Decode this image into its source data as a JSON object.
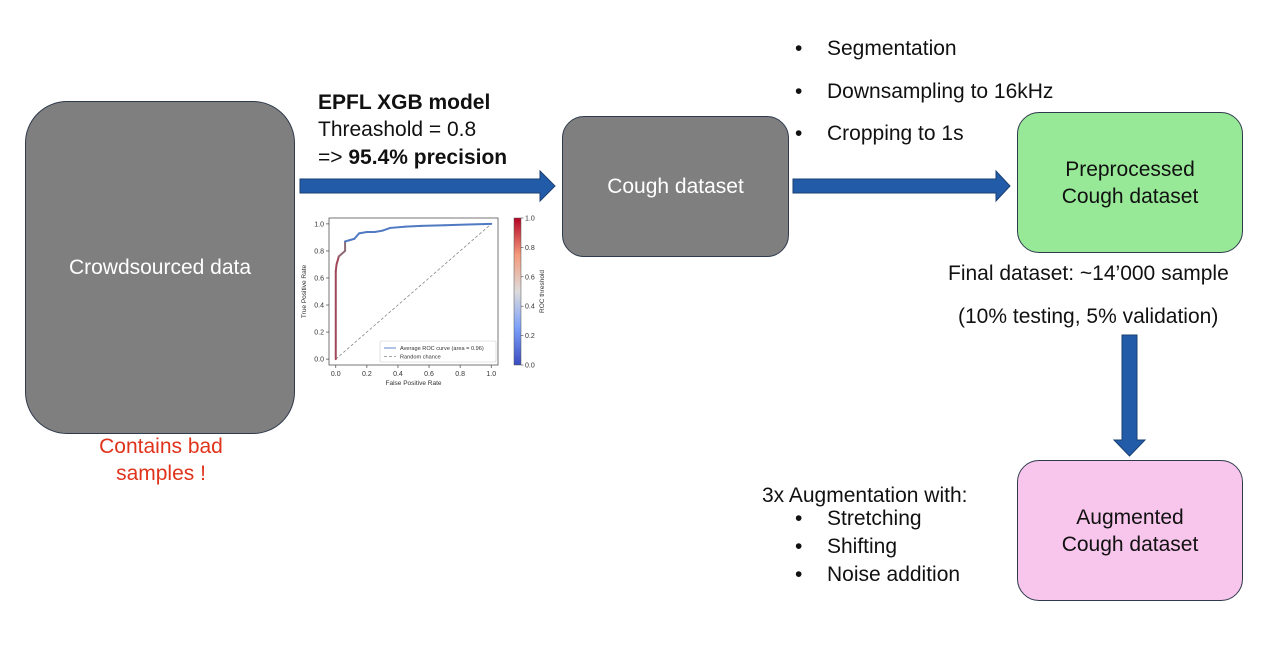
{
  "colors": {
    "arrow_fill": "#225ca8",
    "arrow_stroke": "#1a3f72",
    "gray_box": "#7f7f7f",
    "green_box": "#97e997",
    "pink_box": "#f8c5ec",
    "warning_text": "#e0331c"
  },
  "nodes": {
    "crowdsourced": {
      "label": "Crowdsourced data"
    },
    "cough": {
      "label": "Cough dataset"
    },
    "preprocessed": {
      "line1": "Preprocessed",
      "line2": "Cough dataset"
    },
    "augmented": {
      "line1": "Augmented",
      "line2": "Cough dataset"
    }
  },
  "annotations": {
    "bad_samples": {
      "line1": "Contains bad",
      "line2": "samples !"
    },
    "model": {
      "title": "EPFL XGB model",
      "threshold": "Threashold = 0.8",
      "precision_prefix": "=> ",
      "precision_value": "95.4% precision"
    },
    "preprocessing_steps": [
      "Segmentation",
      "Downsampling to 16kHz",
      "Cropping to 1s"
    ],
    "final_dataset": "Final dataset: ~14’000 sample",
    "split": "(10% testing, 5% validation)",
    "augmentation": {
      "title": "3x Augmentation with:",
      "items": [
        "Stretching",
        "Shifting",
        "Noise addition"
      ]
    },
    "bullet": "•"
  },
  "chart_data": {
    "type": "line",
    "title": "",
    "xlabel": "False Positive Rate",
    "ylabel": "True Positive Rate",
    "xlim": [
      0,
      1
    ],
    "ylim": [
      0,
      1
    ],
    "xticks": [
      "0.0",
      "0.2",
      "0.4",
      "0.6",
      "0.8",
      "1.0"
    ],
    "yticks": [
      "0.0",
      "0.2",
      "0.4",
      "0.6",
      "0.8",
      "1.0"
    ],
    "series": [
      {
        "name": "Average ROC curve (area = 0.96)",
        "x": [
          0.0,
          0.0,
          0.005,
          0.02,
          0.04,
          0.06,
          0.06,
          0.09,
          0.12,
          0.15,
          0.2,
          0.25,
          0.3,
          0.35,
          0.45,
          0.55,
          0.7,
          0.85,
          1.0
        ],
        "y": [
          0.0,
          0.65,
          0.7,
          0.76,
          0.78,
          0.8,
          0.87,
          0.88,
          0.89,
          0.93,
          0.94,
          0.94,
          0.95,
          0.97,
          0.98,
          0.985,
          0.99,
          0.995,
          1.0
        ],
        "threshold_colored": true
      },
      {
        "name": "Random chance",
        "x": [
          0,
          1
        ],
        "y": [
          0,
          1
        ],
        "style": "dashed"
      }
    ],
    "colorbar": {
      "label": "ROC threshold",
      "range": [
        0,
        1
      ],
      "ticks": [
        "0.0",
        "0.2",
        "0.4",
        "0.6",
        "0.8",
        "1.0"
      ]
    },
    "legend_position": "bottom-right",
    "grid": false
  }
}
